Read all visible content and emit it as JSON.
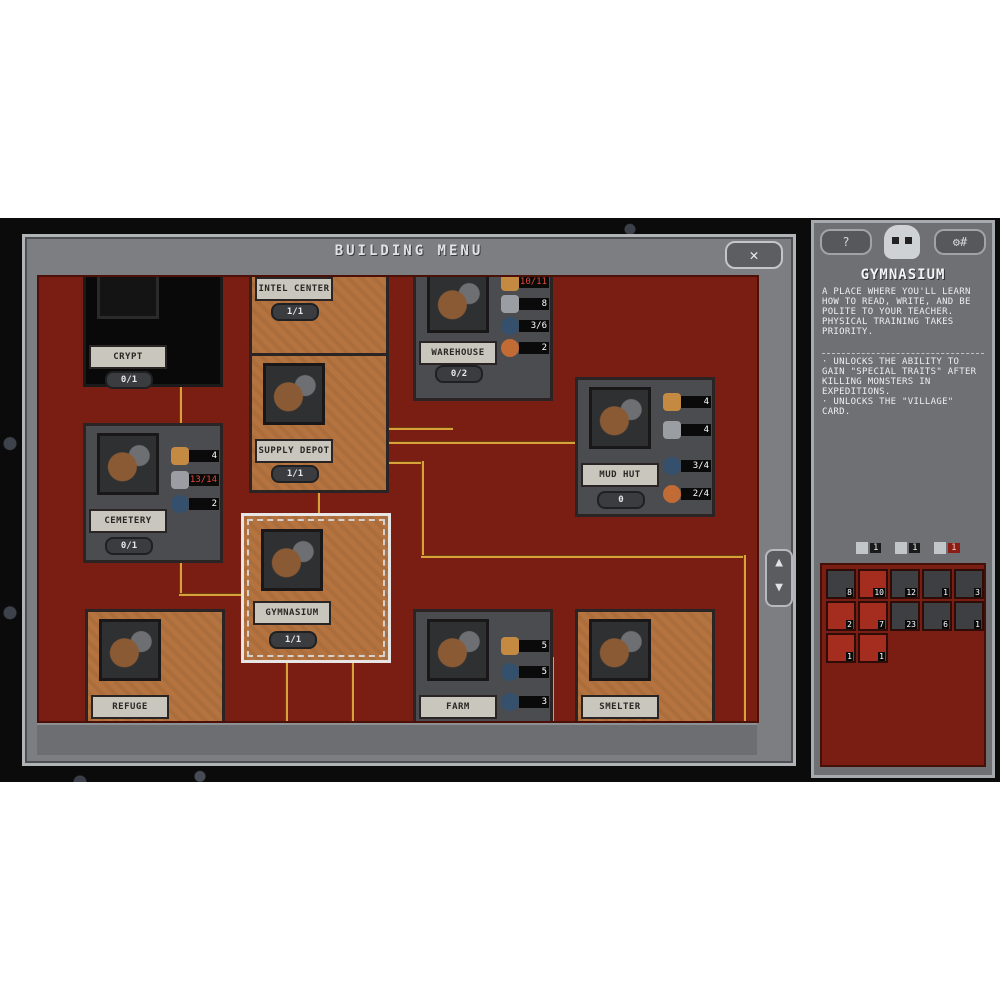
{
  "window": {
    "title": "BUILDING MENU",
    "close_label": "✕"
  },
  "cards": {
    "crypt": {
      "name": "CRYPT",
      "count": "0/1"
    },
    "intel": {
      "name": "INTEL CENTER",
      "count": "1/1"
    },
    "warehouse": {
      "name": "WAREHOUSE",
      "count": "0/2",
      "res": [
        "10/11",
        "8",
        "3/6",
        "2"
      ]
    },
    "supply": {
      "name": "SUPPLY DEPOT",
      "count": "1/1"
    },
    "cemetery": {
      "name": "CEMETERY",
      "count": "0/1",
      "res": [
        "4",
        "13/14",
        "2"
      ]
    },
    "mudhut": {
      "name": "MUD HUT",
      "count": "0",
      "res": [
        "4",
        "4",
        "3/4",
        "2/4"
      ]
    },
    "gym": {
      "name": "GYMNASIUM",
      "count": "1/1"
    },
    "refuge": {
      "name": "REFUGE"
    },
    "farm": {
      "name": "FARM",
      "res": [
        "5",
        "5",
        "3"
      ]
    },
    "smelter": {
      "name": "SMELTER"
    }
  },
  "side": {
    "title": "GYMNASIUM",
    "description": "A PLACE WHERE YOU'LL LEARN\nHOW TO READ, WRITE, AND BE\nPOLITE TO YOUR TEACHER.\nPHYSICAL TRAINING TAKES\nPRIORITY.",
    "effects": "· UNLOCKS THE ABILITY TO\nGAIN \"SPECIAL TRAITS\" AFTER\nKILLING MONSTERS IN\nEXPEDITIONS.\n· UNLOCKS THE \"VILLAGE\"\nCARD.",
    "help_label": "?",
    "settings_label": "⚙#",
    "counts": [
      "1",
      "1",
      "1"
    ],
    "inventory": [
      "8",
      "10",
      "12",
      "1",
      "3",
      "2",
      "7",
      "23",
      "6",
      "1",
      "1",
      "1"
    ]
  },
  "icons": [
    "wood-icon",
    "stone-icon",
    "gear-icon",
    "food-icon",
    "skull-icon",
    "close-icon",
    "settings-icon",
    "help-icon"
  ],
  "colors": {
    "board": "#7a1e14",
    "frame": "#7c7e81",
    "wire": "#d8a13a",
    "highlight_count": "#e14a39"
  }
}
